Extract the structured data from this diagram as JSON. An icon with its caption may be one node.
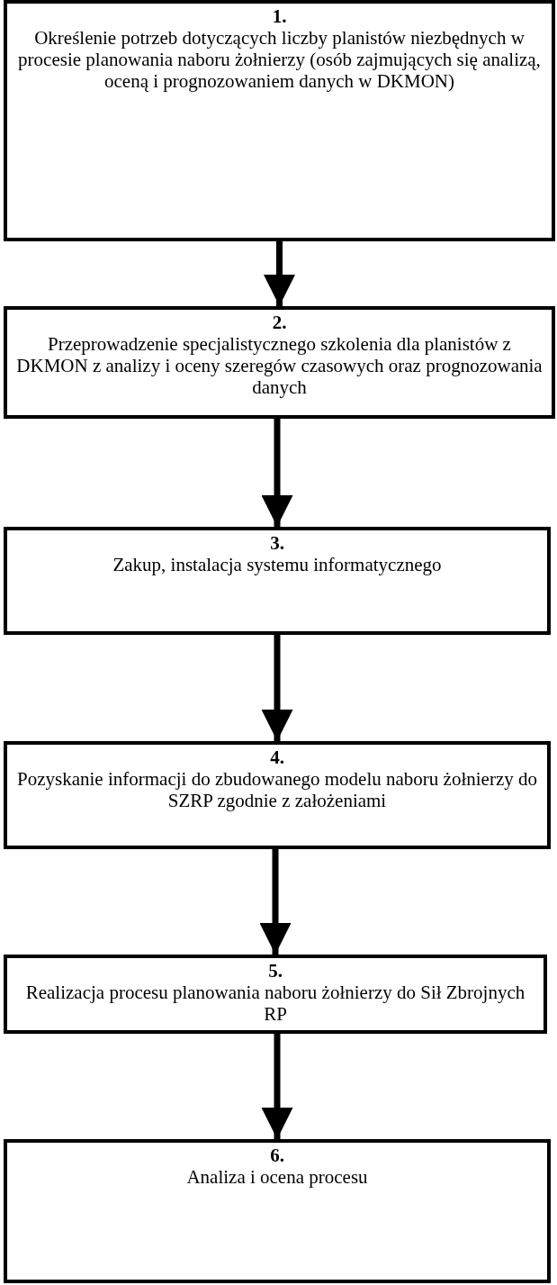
{
  "diagram": {
    "nodes": [
      {
        "text": [
          "1.",
          "Określenie potrzeb dotyczących liczby planistów niezbędnych w procesie planowania naboru żołnierzy (osób zajmujących się analizą, oceną i prognozowaniem danych w DKMON)"
        ]
      },
      {
        "text": [
          "2.",
          "Przeprowadzenie specjalistycznego szkolenia dla planistów z DKMON z analizy i oceny szeregów czasowych oraz prognozowania danych"
        ]
      },
      {
        "text": [
          "3.",
          "Zakup, instalacja systemu informatycznego"
        ]
      },
      {
        "text": [
          "4.",
          "Pozyskanie informacji do zbudowanego modelu naboru żołnierzy do SZRP zgodnie z założeniami"
        ]
      },
      {
        "text": [
          "5.",
          "Realizacja procesu planowania naboru żołnierzy do Sił Zbrojnych RP"
        ]
      },
      {
        "text": [
          "6.",
          "Analiza i ocena procesu"
        ]
      }
    ],
    "edges": [
      {
        "from": 0,
        "to": 1,
        "arrow": "to"
      },
      {
        "from": 1,
        "to": 2,
        "arrow": "to"
      },
      {
        "from": 2,
        "to": 3,
        "arrow": "to"
      },
      {
        "from": 3,
        "to": 4,
        "arrow": "to"
      },
      {
        "from": 4,
        "to": 5,
        "arrow": "to"
      }
    ]
  }
}
